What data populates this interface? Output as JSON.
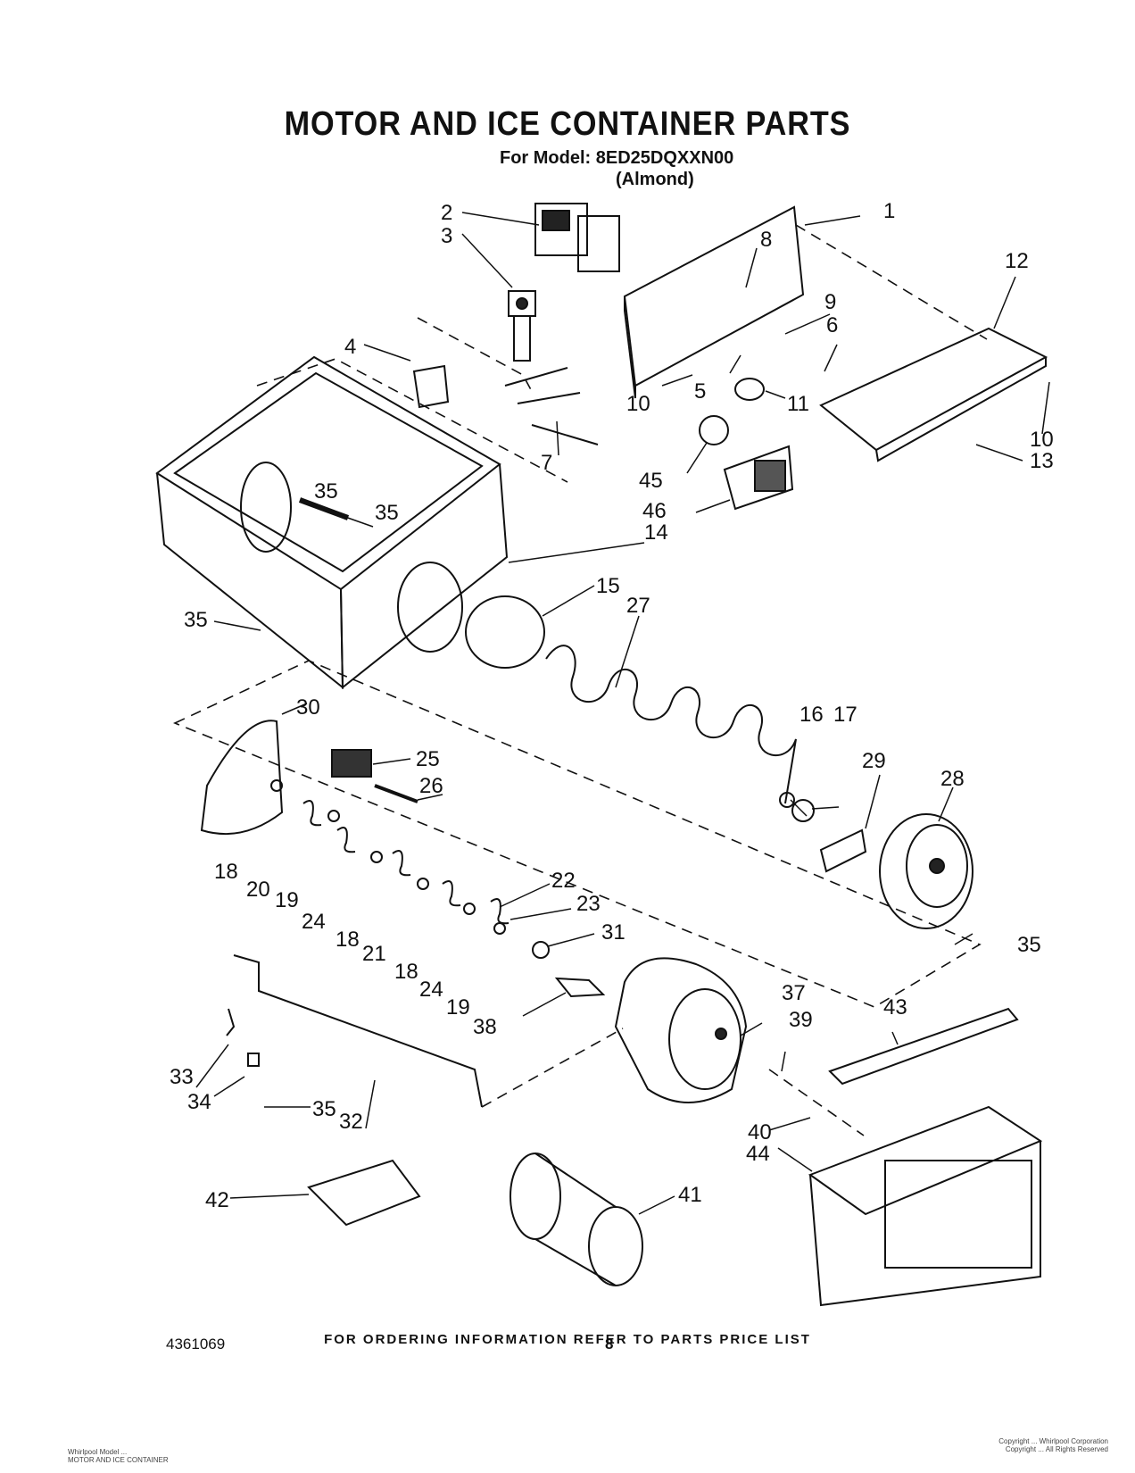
{
  "header": {
    "title": "MOTOR AND ICE CONTAINER PARTS",
    "model_line": "For Model: 8ED25DQXXN00",
    "color_line": "(Almond)"
  },
  "labels": [
    "1",
    "2",
    "3",
    "4",
    "5",
    "6",
    "7",
    "8",
    "9",
    "10",
    "10",
    "11",
    "12",
    "13",
    "14",
    "15",
    "16",
    "17",
    "18",
    "18",
    "18",
    "19",
    "19",
    "20",
    "21",
    "22",
    "23",
    "24",
    "24",
    "25",
    "26",
    "27",
    "28",
    "29",
    "30",
    "31",
    "32",
    "33",
    "34",
    "35",
    "35",
    "35",
    "35",
    "35",
    "37",
    "38",
    "39",
    "40",
    "41",
    "42",
    "43",
    "44",
    "45",
    "46"
  ],
  "footer": {
    "ordering_note": "FOR ORDERING INFORMATION REFER TO PARTS PRICE LIST",
    "doc_number": "4361069",
    "page_number": "8",
    "fine_print_left": [
      "Whirlpool Model ...",
      "MOTOR AND ICE CONTAINER"
    ],
    "fine_print_right": [
      "Copyright ... Whirlpool Corporation",
      "Copyright ... All Rights Reserved"
    ]
  }
}
